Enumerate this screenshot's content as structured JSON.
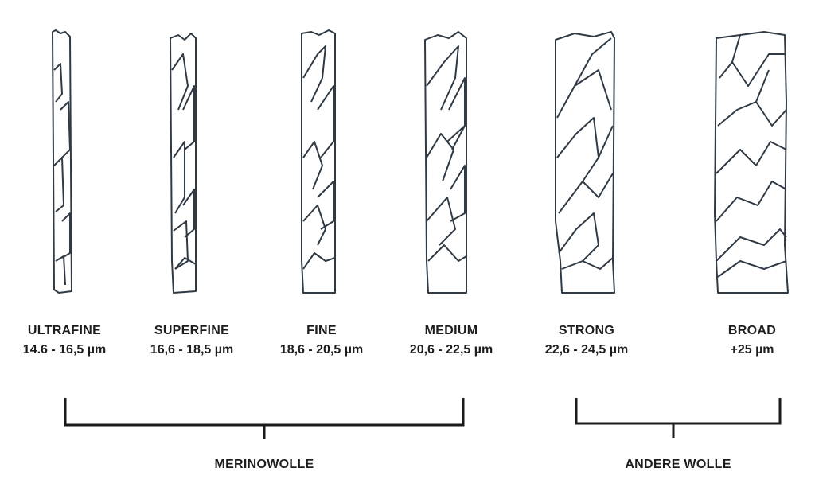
{
  "fibers": [
    {
      "name": "ULTRAFINE",
      "range": "14.6 - 16,5 µm"
    },
    {
      "name": "SUPERFINE",
      "range": "16,6 - 18,5 µm"
    },
    {
      "name": "FINE",
      "range": "18,6 - 20,5 µm"
    },
    {
      "name": "MEDIUM",
      "range": "20,6 - 22,5 µm"
    },
    {
      "name": "STRONG",
      "range": "22,6 - 24,5 µm"
    },
    {
      "name": "BROAD",
      "range": "+25 µm"
    }
  ],
  "groups": [
    {
      "label": "MERINOWOLLE"
    },
    {
      "label": "ANDERE WOLLE"
    }
  ],
  "colors": {
    "stroke": "#2f3a45",
    "text": "#1d1d1d",
    "bracket": "#1a1a1a"
  }
}
